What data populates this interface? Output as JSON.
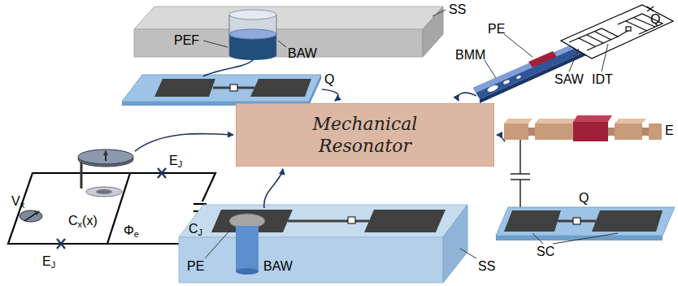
{
  "diagram": {
    "nodes": [
      {
        "text": [
          "Mechanical Resonator"
        ]
      }
    ],
    "labels": [
      "SS",
      "PEF",
      "BAW",
      "Q",
      "Q",
      "PE",
      "BMM",
      "SAW",
      "IDT",
      "E",
      "Vx",
      "Cx(x)",
      "EJ",
      "Φe",
      "CJ",
      "EJ",
      "SC",
      "Q",
      "PE",
      "BAW",
      "SS"
    ]
  }
}
